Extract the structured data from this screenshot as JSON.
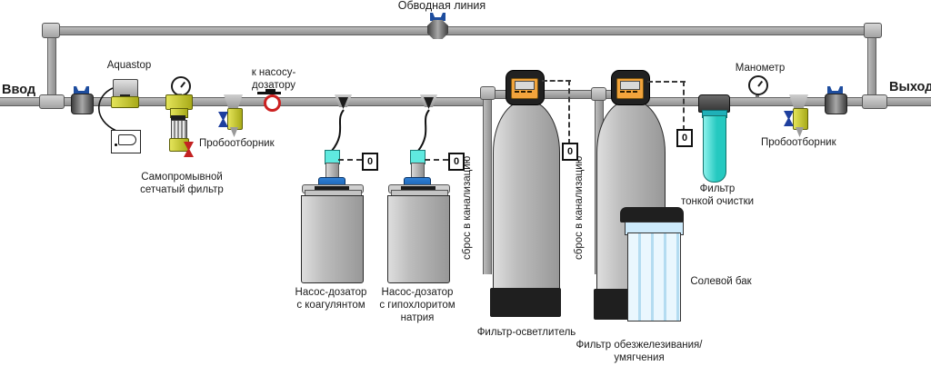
{
  "diagram": {
    "bypass_label": "Обводная линия",
    "inlet_label": "Ввод",
    "outlet_label": "Выход",
    "aquastop_label": "Aquastop",
    "mesh_filter_label": [
      "Самопромывной",
      "сетчатый фильтр"
    ],
    "sampler1_label": "Пробоотборник",
    "to_doser_label": [
      "к насосу-",
      "дозатору"
    ],
    "pump1_label": [
      "Насос-дозатор",
      "с коагулянтом"
    ],
    "pump2_label": [
      "Насос-дозатор",
      "с гипохлоритом",
      "натрия"
    ],
    "drain1_label": "сброс в канализацию",
    "drain2_label": "сброс в канализацию",
    "filter1_label": "Фильтр-осветлитель",
    "filter2_label": [
      "Фильтр обезжелезивания/",
      "умягчения"
    ],
    "salt_tank_label": "Солевой бак",
    "fine_filter_label": [
      "Фильтр",
      "тонкой очистки"
    ],
    "manometer_label": "Манометр",
    "sampler2_label": "Пробоотборник",
    "outlet_symbol": "0"
  },
  "colors": {
    "pipe_gray": "#9a9a9a",
    "tank_gray": "#c2c2c2",
    "tank_base_black": "#1f1f1f",
    "control_head_black": "#212121",
    "head_panel_orange": "#f2a43c",
    "pump_blue": "#1663b4",
    "pump_cap_cyan": "#5fe9df",
    "fine_filter_teal": "#3cd9cf",
    "salt_tank_blue": "#d9effb",
    "handle_blue": "#1e4d9e",
    "sampler_yellow": "#c8c93c",
    "drain_valve_red": "#c32222",
    "injection_ring_red": "#cc2020"
  }
}
